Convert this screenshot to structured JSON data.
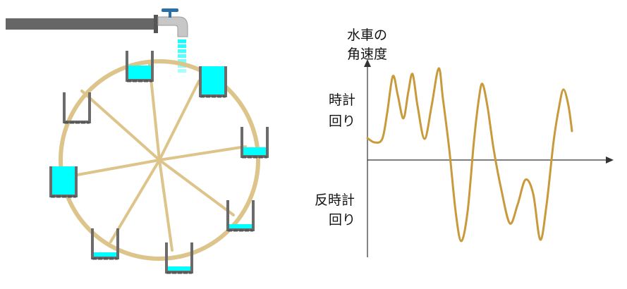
{
  "colors": {
    "pipe": "#666666",
    "faucet_body": "#c7c7c7",
    "faucet_handle": "#2a6fa5",
    "water": "#00ffff",
    "wheel": "#dcc48a",
    "bucket": "#6b6b6b",
    "curve": "#c99a3c",
    "axis": "#333333"
  },
  "graph": {
    "ylabel_line1": "水車の",
    "ylabel_line2": "角速度",
    "clockwise_line1": "時計",
    "clockwise_line2": "回り",
    "counter_line1": "反時計",
    "counter_line2": "回り"
  },
  "wheel": {
    "bucket_fill_levels": [
      0.5,
      1.0,
      0.3,
      0.2,
      0.2,
      0.2,
      1.0,
      0.0
    ]
  }
}
